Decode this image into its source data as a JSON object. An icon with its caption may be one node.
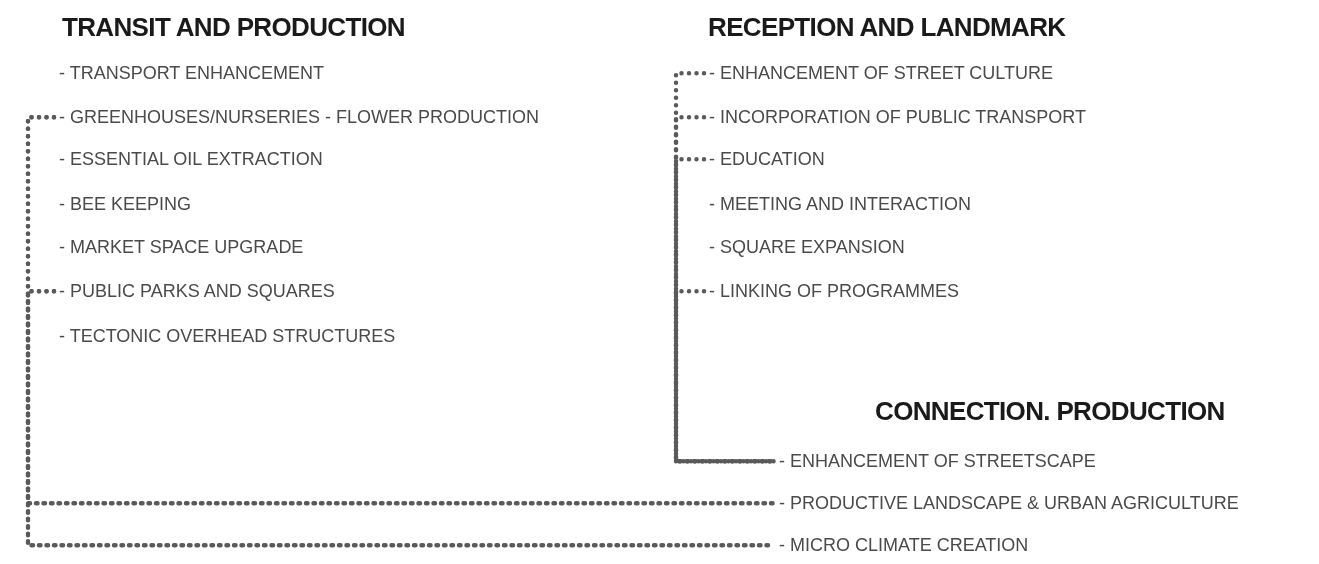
{
  "diagram": {
    "nodes": [
      {
        "text": [
          "- TRANSPORT ENHANCEMENT"
        ]
      },
      {
        "text": [
          "- GREENHOUSES/NURSERIES - FLOWER PRODUCTION"
        ]
      },
      {
        "text": [
          "- ESSENTIAL OIL EXTRACTION"
        ]
      },
      {
        "text": [
          "- BEE KEEPING"
        ]
      },
      {
        "text": [
          "- MARKET SPACE UPGRADE"
        ]
      },
      {
        "text": [
          "- PUBLIC PARKS AND SQUARES"
        ]
      },
      {
        "text": [
          "- TECTONIC OVERHEAD STRUCTURES"
        ]
      },
      {
        "text": [
          "- ENHANCEMENT OF STREET CULTURE"
        ]
      },
      {
        "text": [
          "- INCORPORATION OF PUBLIC TRANSPORT"
        ]
      },
      {
        "text": [
          "- EDUCATION"
        ]
      },
      {
        "text": [
          "- MEETING AND INTERACTION"
        ]
      },
      {
        "text": [
          "- SQUARE EXPANSION"
        ]
      },
      {
        "text": [
          "- LINKING OF PROGRAMMES"
        ]
      },
      {
        "text": [
          "- ENHANCEMENT OF STREETSCAPE"
        ]
      },
      {
        "text": [
          "- PRODUCTIVE LANDSCAPE & URBAN AGRICULTURE"
        ]
      },
      {
        "text": [
          "- MICRO CLIMATE CREATION"
        ]
      }
    ],
    "edges": [
      {
        "from": 1,
        "to": 14,
        "arrow": "none"
      },
      {
        "from": 1,
        "to": 15,
        "arrow": "none"
      },
      {
        "from": 5,
        "to": 14,
        "arrow": "none"
      },
      {
        "from": 5,
        "to": 15,
        "arrow": "none"
      },
      {
        "from": 7,
        "to": 13,
        "arrow": "none"
      },
      {
        "from": 8,
        "to": 13,
        "arrow": "none"
      },
      {
        "from": 9,
        "to": 13,
        "arrow": "none"
      },
      {
        "from": 12,
        "to": 13,
        "arrow": "none"
      }
    ],
    "labels": [
      "TRANSIT AND PRODUCTION",
      "RECEPTION AND LANDMARK",
      "CONNECTION. PRODUCTION"
    ]
  }
}
